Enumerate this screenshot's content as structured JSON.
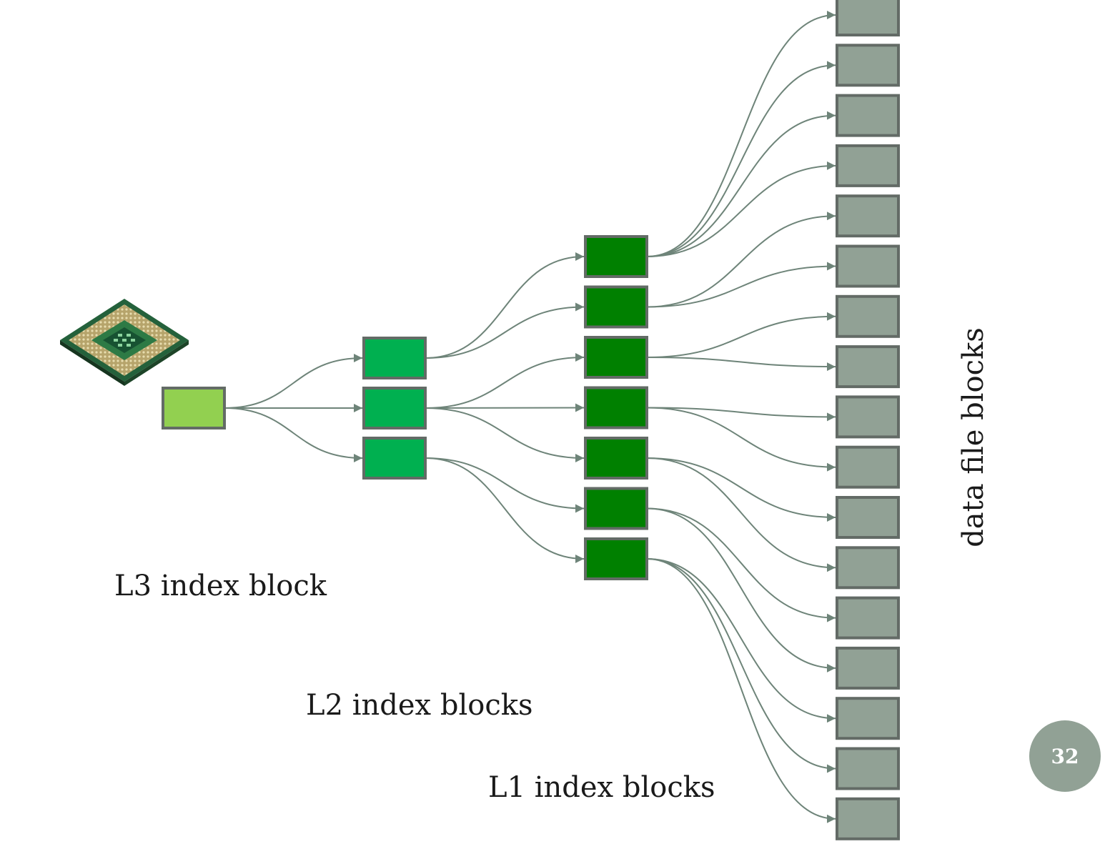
{
  "labels": {
    "l3": "L3 index block",
    "l2": "L2 index blocks",
    "l1": "L1 index blocks",
    "data": "data file blocks"
  },
  "page_number": "32",
  "image": {
    "icon": "cpu-chip-icon"
  },
  "colors": {
    "l3_fill": "#92d050",
    "l2_fill": "#00b050",
    "l1_fill": "#008000",
    "data_fill": "#91a195",
    "border": "#636b66",
    "arrow": "#6e8479",
    "badge": "#91a195"
  },
  "structure": {
    "l3_blocks": 1,
    "l2_blocks": 3,
    "l1_blocks": 7,
    "data_blocks": 17,
    "l3_to_l2": [
      [
        0,
        0
      ],
      [
        0,
        1
      ],
      [
        0,
        2
      ]
    ],
    "l2_to_l1": [
      [
        0,
        0
      ],
      [
        0,
        1
      ],
      [
        1,
        2
      ],
      [
        1,
        3
      ],
      [
        1,
        4
      ],
      [
        2,
        5
      ],
      [
        2,
        6
      ]
    ],
    "l1_to_data": [
      [
        0,
        0
      ],
      [
        0,
        1
      ],
      [
        0,
        2
      ],
      [
        0,
        3
      ],
      [
        1,
        4
      ],
      [
        1,
        5
      ],
      [
        2,
        6
      ],
      [
        2,
        7
      ],
      [
        3,
        8
      ],
      [
        3,
        9
      ],
      [
        4,
        10
      ],
      [
        4,
        11
      ],
      [
        5,
        12
      ],
      [
        5,
        13
      ],
      [
        6,
        14
      ],
      [
        6,
        15
      ],
      [
        6,
        16
      ]
    ]
  }
}
